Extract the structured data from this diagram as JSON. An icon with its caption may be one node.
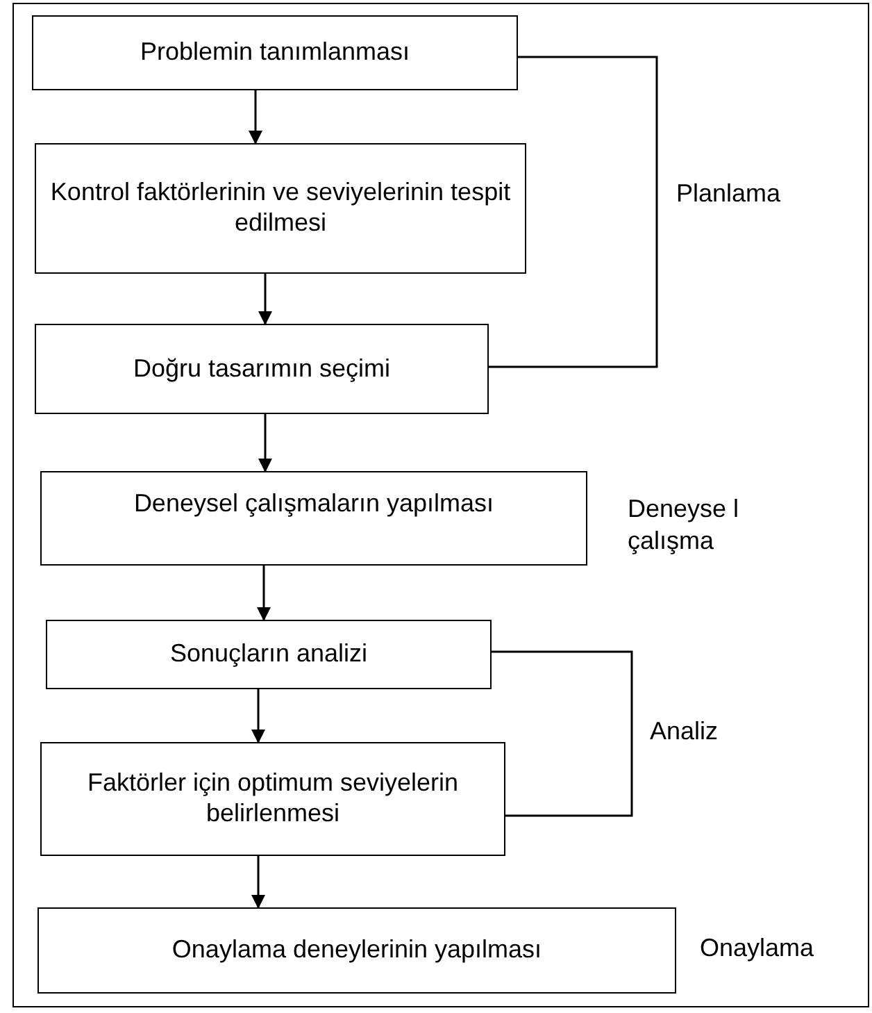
{
  "diagram": {
    "nodes": [
      {
        "text": [
          "Problemin tanımlanması"
        ]
      },
      {
        "text": [
          "Kontrol faktörlerinin ve seviyelerinin tespit edilmesi"
        ]
      },
      {
        "text": [
          "Doğru tasarımın seçimi"
        ]
      },
      {
        "text": [
          "Deneysel çalışmaların yapılması"
        ]
      },
      {
        "text": [
          "Sonuçların analizi"
        ]
      },
      {
        "text": [
          "Faktörler için optimum seviyelerin belirlenmesi"
        ]
      },
      {
        "text": [
          "Onaylama deneylerinin yapılması"
        ]
      }
    ],
    "edges": [
      {
        "from": 0,
        "to": 1,
        "arrow": "to"
      },
      {
        "from": 1,
        "to": 2,
        "arrow": "to"
      },
      {
        "from": 2,
        "to": 3,
        "arrow": "to"
      },
      {
        "from": 3,
        "to": 4,
        "arrow": "to"
      },
      {
        "from": 4,
        "to": 5,
        "arrow": "to"
      },
      {
        "from": 5,
        "to": 6,
        "arrow": "to"
      }
    ],
    "labels": [
      "Planlama",
      "Deneyse l çalışma",
      "Analiz",
      "Onaylama"
    ]
  }
}
